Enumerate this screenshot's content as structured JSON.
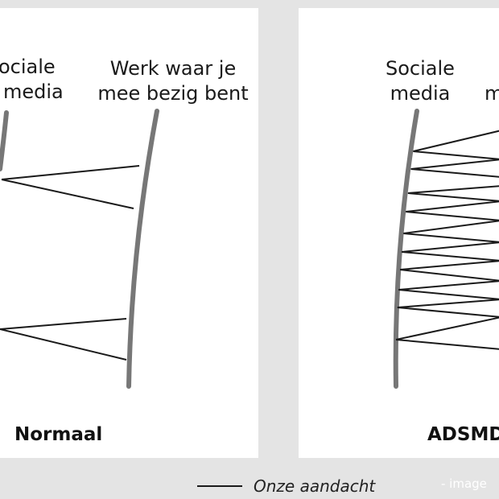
{
  "panels": {
    "left": {
      "label_a_line1": "ociale",
      "label_a_line2": "media",
      "label_b_line1": "Werk waar je",
      "label_b_line2": "mee bezig bent",
      "caption": "Normaal"
    },
    "right": {
      "label_a_line1": "Sociale",
      "label_a_line2": "media",
      "label_b_partial": "m",
      "caption": "ADSMD"
    }
  },
  "legend": {
    "label": "Onze aandacht"
  },
  "watermark": "- image",
  "colors": {
    "axis": "#777777",
    "line": "#1a1a1a",
    "panel": "#ffffff",
    "background": "#e4e4e4"
  }
}
